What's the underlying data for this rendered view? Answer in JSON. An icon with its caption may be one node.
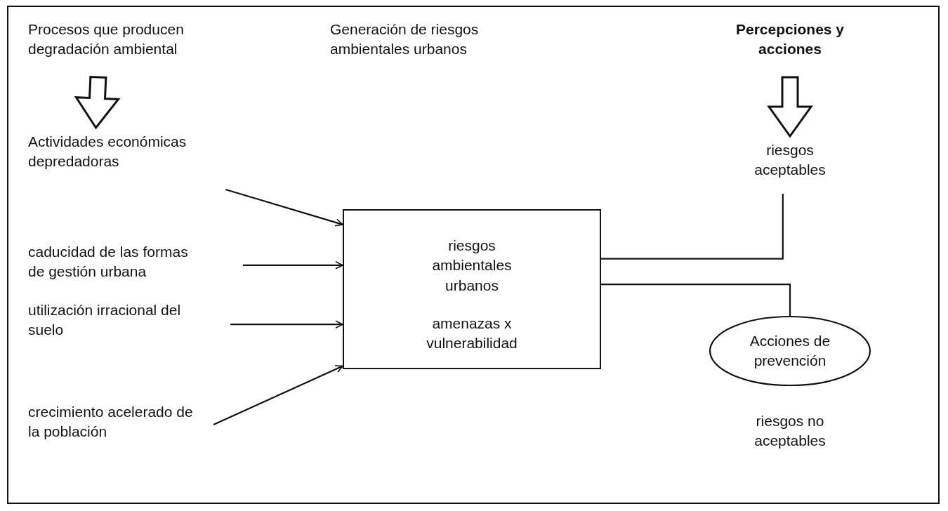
{
  "diagram": {
    "nodes": [
      {
        "text": [
          "Procesos que producen degradación ambiental"
        ]
      },
      {
        "text": [
          "Actividades económicas depredadoras"
        ]
      },
      {
        "text": [
          "caducidad de las formas de gestión urbana"
        ]
      },
      {
        "text": [
          "utilización irracional del suelo"
        ]
      },
      {
        "text": [
          "crecimiento acelerado de la población"
        ]
      },
      {
        "text": [
          "riesgos ambientales urbanos",
          "amenazas x vulnerabilidad"
        ]
      },
      {
        "text": [
          "Percepciones y acciones"
        ]
      },
      {
        "text": [
          "riesgos aceptables"
        ]
      },
      {
        "text": [
          "Acciones de prevención"
        ]
      }
    ],
    "edges": [
      {
        "from": 0,
        "to": 1,
        "arrow": "to",
        "style": "thick"
      },
      {
        "from": 1,
        "to": 5,
        "arrow": "to"
      },
      {
        "from": 2,
        "to": 5,
        "arrow": "to"
      },
      {
        "from": 3,
        "to": 5,
        "arrow": "to"
      },
      {
        "from": 4,
        "to": 5,
        "arrow": "to"
      },
      {
        "from": 6,
        "to": 7,
        "arrow": "to",
        "style": "thick"
      },
      {
        "from": 5,
        "to": 7,
        "arrow": "none"
      },
      {
        "from": 5,
        "to": 8,
        "arrow": "none"
      }
    ],
    "labels": [
      "Generación de riesgos ambientales urbanos",
      "riesgos no aceptables"
    ]
  }
}
